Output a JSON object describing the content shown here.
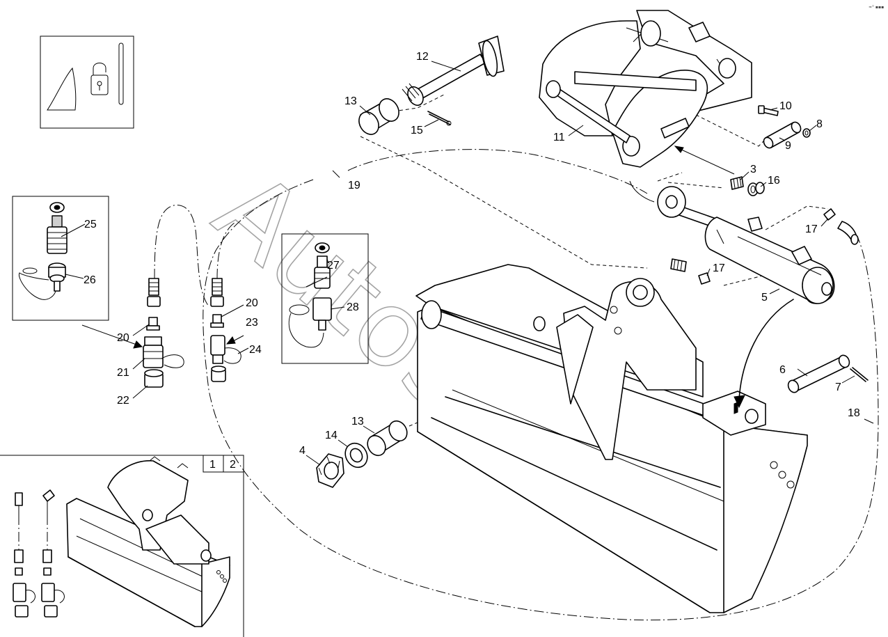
{
  "corner_mark": "≈° ▪▪▪",
  "watermark": "AutoSoft",
  "inset_tabs": [
    "1",
    "2"
  ],
  "labels": {
    "p3": "3",
    "p4": "4",
    "p5": "5",
    "p6": "6",
    "p7": "7",
    "p8": "8",
    "p9": "9",
    "p10": "10",
    "p11": "11",
    "p12": "12",
    "p13a": "13",
    "p13b": "13",
    "p14": "14",
    "p15": "15",
    "p16": "16",
    "p17a": "17",
    "p17b": "17",
    "p18": "18",
    "p19": "19",
    "p20a": "20",
    "p20b": "20",
    "p21": "21",
    "p22": "22",
    "p23": "23",
    "p24": "24",
    "p25": "25",
    "p26": "26",
    "p27": "27",
    "p28": "28"
  }
}
